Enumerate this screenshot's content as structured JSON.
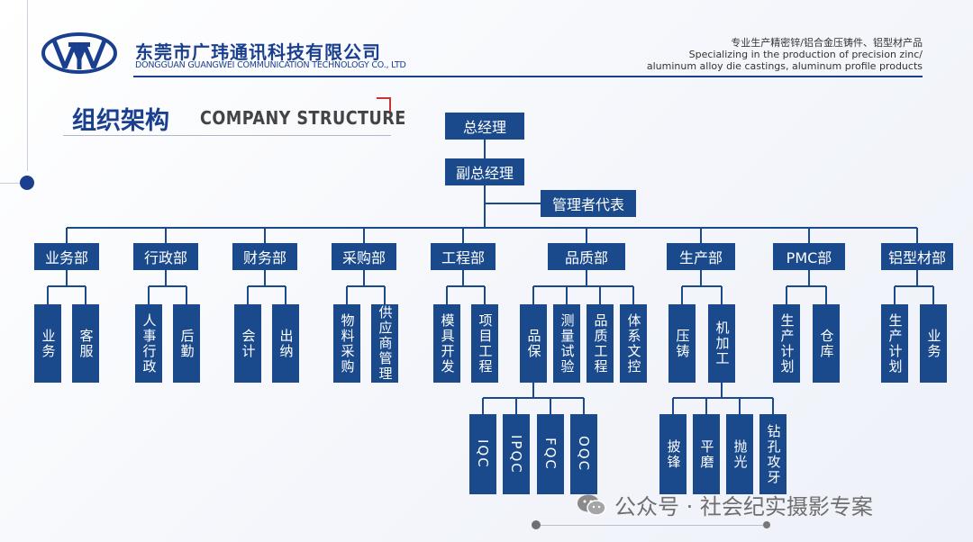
{
  "header": {
    "company_cn": "东莞市广玮通讯科技有限公司",
    "company_en": "DONGGUAN GUANGWEI COMMUNICATION TECHNOLOGY CO., LTD",
    "tagline_cn": "专业生产精密锌/铝合金压铸件、铝型材产品",
    "tagline_en_1": "Specializing in the production of precision zinc/",
    "tagline_en_2": "aluminum alloy die castings, aluminum profile products"
  },
  "section": {
    "title_cn": "组织架构",
    "title_en": "COMPANY STRUCTURE"
  },
  "org": {
    "top": "总经理",
    "deputy": "副总经理",
    "management_rep": "管理者代表",
    "departments": [
      {
        "name": "业务部",
        "units": [
          "业务",
          "客服"
        ]
      },
      {
        "name": "行政部",
        "units": [
          "人事行政",
          "后勤"
        ]
      },
      {
        "name": "财务部",
        "units": [
          "会计",
          "出纳"
        ]
      },
      {
        "name": "采购部",
        "units": [
          "物料采购",
          "供应商管理"
        ]
      },
      {
        "name": "工程部",
        "units": [
          "模具开发",
          "项目工程"
        ]
      },
      {
        "name": "品质部",
        "units": [
          "品保",
          "测量试验",
          "品质工程",
          "体系文控"
        ]
      },
      {
        "name": "生产部",
        "units": [
          "压铸",
          "机加工"
        ]
      },
      {
        "name": "PMC部",
        "units": [
          "生产计划",
          "仓库"
        ]
      },
      {
        "name": "铝型材部",
        "units": [
          "生产计划",
          "业务"
        ]
      }
    ],
    "quality_sub": [
      "IQC",
      "IPQC",
      "FQC",
      "OQC"
    ],
    "machining_sub": [
      "披锋",
      "平磨",
      "抛光",
      "钻孔攻牙"
    ]
  },
  "watermark": {
    "text": "公众号 · 社会纪实摄影专案",
    "icon": "wechat-icon"
  },
  "colors": {
    "primary": "#1a4a8c",
    "accent": "#cc3333"
  }
}
